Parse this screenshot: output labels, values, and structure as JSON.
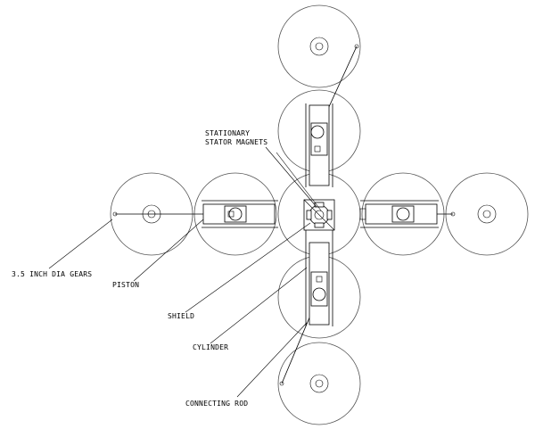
{
  "labels": {
    "stationary_magnets": [
      "STATIONARY",
      "STATOR MAGNETS"
    ],
    "gears": "3.5 INCH DIA GEARS",
    "piston": "PISTON",
    "shield": "SHIELD",
    "cylinder": "CYLINDER",
    "connecting_rod": "CONNECTING ROD"
  }
}
